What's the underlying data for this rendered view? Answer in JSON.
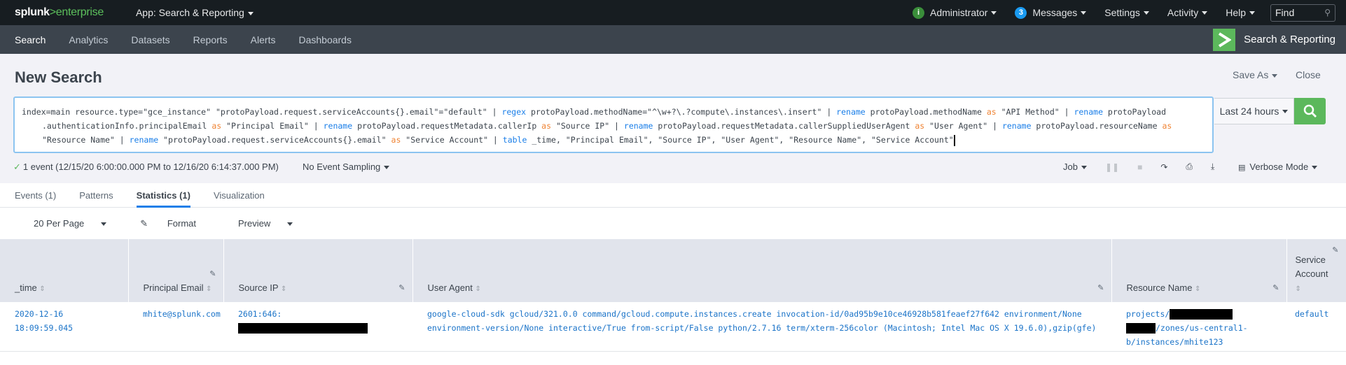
{
  "topbar": {
    "logo_brand": "splunk",
    "logo_product": ">enterprise",
    "app_menu": "App: Search & Reporting",
    "user_badge": "i",
    "user": "Administrator",
    "messages_count": "3",
    "messages": "Messages",
    "settings": "Settings",
    "activity": "Activity",
    "help": "Help",
    "find_placeholder": "Find"
  },
  "nav": {
    "items": [
      "Search",
      "Analytics",
      "Datasets",
      "Reports",
      "Alerts",
      "Dashboards"
    ],
    "active": "Search",
    "app_title": "Search & Reporting"
  },
  "page": {
    "title": "New Search",
    "save_as": "Save As",
    "close": "Close"
  },
  "search": {
    "query": "index=main resource.type=\"gce_instance\" \"protoPayload.request.serviceAccounts{}.email\"=\"default\" | regex protoPayload.methodName=\"^\\w+?\\.?compute\\.instances\\.insert\" | rename protoPayload.methodName as \"API Method\" | rename protoPayload.authenticationInfo.principalEmail as \"Principal Email\" | rename protoPayload.requestMetadata.callerIp as \"Source IP\" | rename protoPayload.requestMetadata.callerSuppliedUserAgent as \"User Agent\" | rename protoPayload.resourceName as \"Resource Name\" | rename \"protoPayload.request.serviceAccounts{}.email\" as \"Service Account\" | table _time, \"Principal Email\", \"Source IP\", \"User Agent\", \"Resource Name\", \"Service Account\"",
    "time_range": "Last 24 hours"
  },
  "status": {
    "event_summary": "1 event (12/15/20 6:00:00.000 PM to 12/16/20 6:14:37.000 PM)",
    "sampling": "No Event Sampling",
    "job": "Job",
    "mode": "Verbose Mode"
  },
  "tabs": [
    {
      "label": "Events (1)"
    },
    {
      "label": "Patterns"
    },
    {
      "label": "Statistics (1)",
      "active": true
    },
    {
      "label": "Visualization"
    }
  ],
  "toolbar": {
    "per_page": "20 Per Page",
    "format": "Format",
    "preview": "Preview"
  },
  "table": {
    "columns": [
      "_time",
      "Principal Email",
      "Source IP",
      "User Agent",
      "Resource Name",
      "Service Account"
    ],
    "rows": [
      {
        "time_line1": "2020-12-16",
        "time_line2": "18:09:59.045",
        "principal_email": "mhite@splunk.com",
        "source_ip_prefix": "2601:646:",
        "user_agent_line1": "google-cloud-sdk gcloud/321.0.0 command/gcloud.compute.instances.create invocation-id/0ad95b9e10ce46928b581feaef27f642 environment/None",
        "user_agent_line2": "environment-version/None interactive/True from-script/False python/2.7.16 term/xterm-256color (Macintosh; Intel Mac OS X 19.6.0),gzip(gfe)",
        "resource_line1": "projects/",
        "resource_line2": "/zones/us-central1-",
        "resource_line3": "b/instances/mhite123",
        "service_account": "default"
      }
    ]
  },
  "colors": {
    "topbar_bg": "#171d21",
    "nav_bg": "#3c444d",
    "accent_green": "#5cb85c",
    "link_blue": "#1a73c8",
    "keyword_blue": "#1a7ee8",
    "as_orange": "#ef8333"
  }
}
